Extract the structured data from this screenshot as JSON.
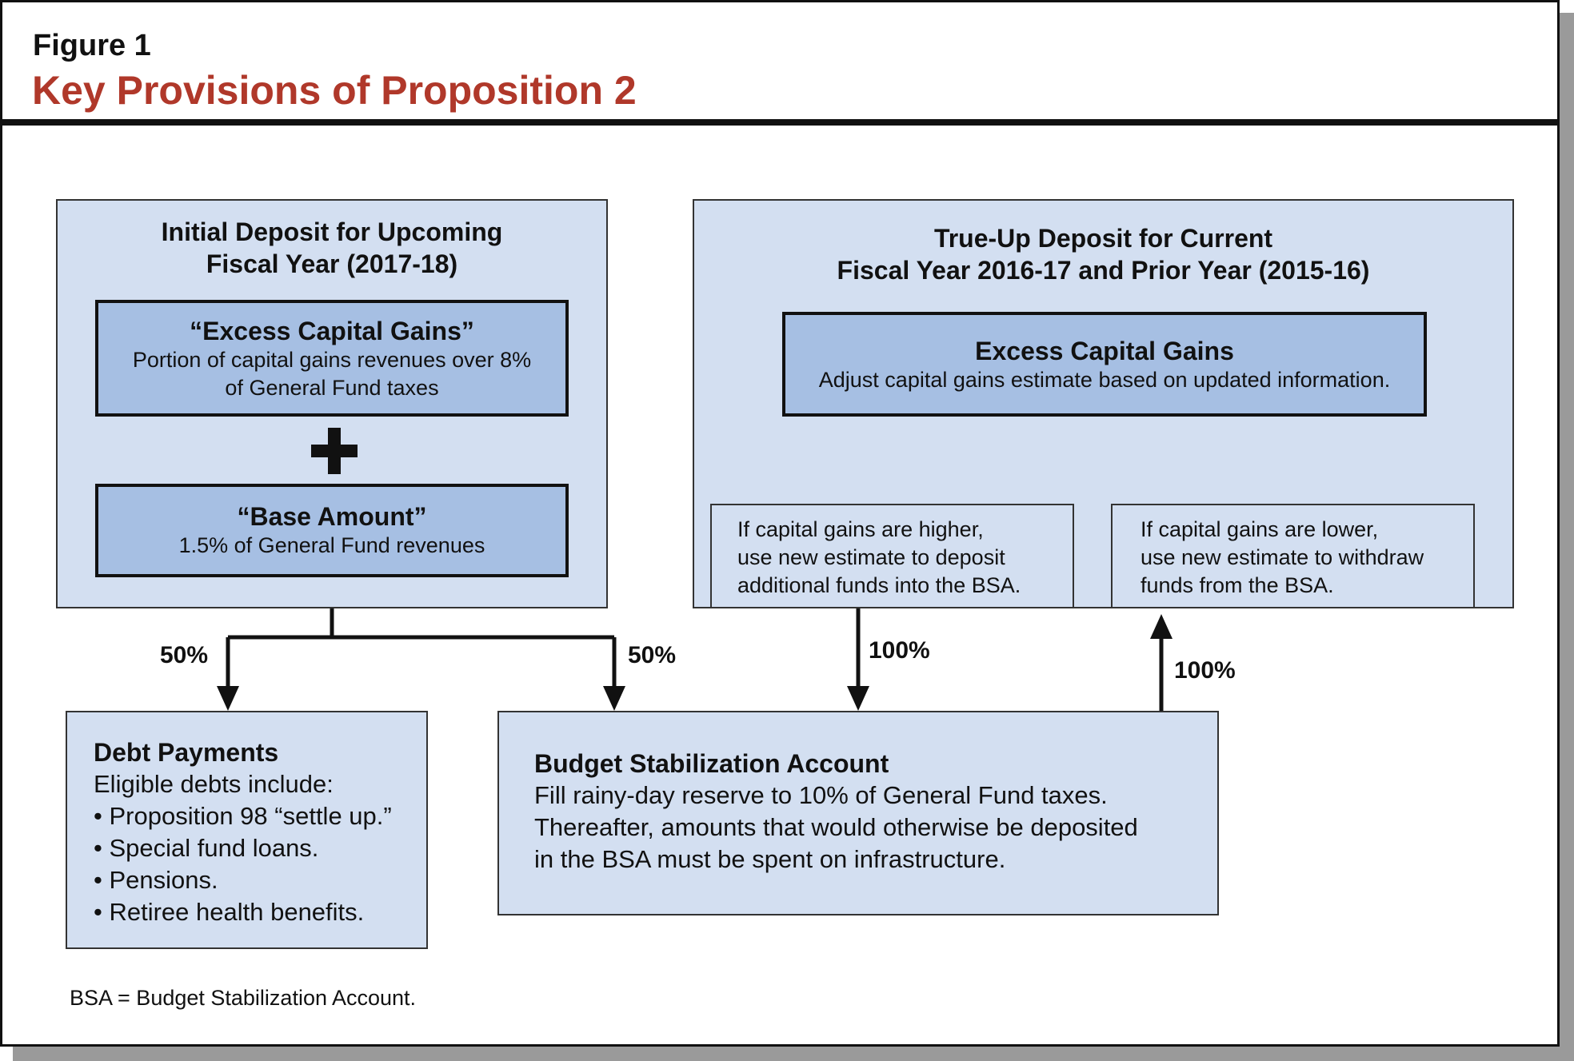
{
  "figure": {
    "label": "Figure 1",
    "title": "Key Provisions of Proposition 2"
  },
  "left_panel": {
    "title_line1": "Initial Deposit for Upcoming",
    "title_line2": "Fiscal Year (2017-18)",
    "excess_box": {
      "heading": "“Excess Capital Gains”",
      "line1": "Portion of capital gains revenues over 8%",
      "line2": "of General Fund taxes"
    },
    "plus_symbol": "plus",
    "base_box": {
      "heading": "“Base Amount”",
      "line1": "1.5% of General Fund revenues"
    }
  },
  "right_panel": {
    "title_line1": "True-Up Deposit for Current",
    "title_line2": "Fiscal Year 2016-17 and Prior Year (2015-16)",
    "excess_box": {
      "heading": "Excess Capital Gains",
      "line1": "Adjust capital gains estimate based on updated information."
    },
    "higher_box": {
      "line1": "If capital gains are higher,",
      "line2": "use new estimate to deposit",
      "line3": "additional funds into the BSA."
    },
    "lower_box": {
      "line1": "If capital gains are lower,",
      "line2": "use new estimate to withdraw",
      "line3": "funds from the BSA."
    }
  },
  "flows": {
    "to_debt_pct": "50%",
    "to_bsa_pct": "50%",
    "deposit_pct": "100%",
    "withdraw_pct": "100%"
  },
  "debt_box": {
    "title": "Debt Payments",
    "intro": "Eligible debts include:",
    "items": [
      "• Proposition 98 “settle up.”",
      "• Special fund loans.",
      "• Pensions.",
      "• Retiree health benefits."
    ]
  },
  "bsa_box": {
    "title": "Budget Stabilization Account",
    "line1": "Fill rainy-day reserve to 10% of General Fund taxes.",
    "line2": "Thereafter, amounts that would otherwise be deposited",
    "line3": "in the BSA must be spent on infrastructure."
  },
  "footnote": "BSA = Budget Stabilization Account.",
  "colors": {
    "title_red": "#b0382a",
    "panel_fill": "#d3dff1",
    "dark_box_fill": "#a6bfe3",
    "line": "#111111"
  }
}
